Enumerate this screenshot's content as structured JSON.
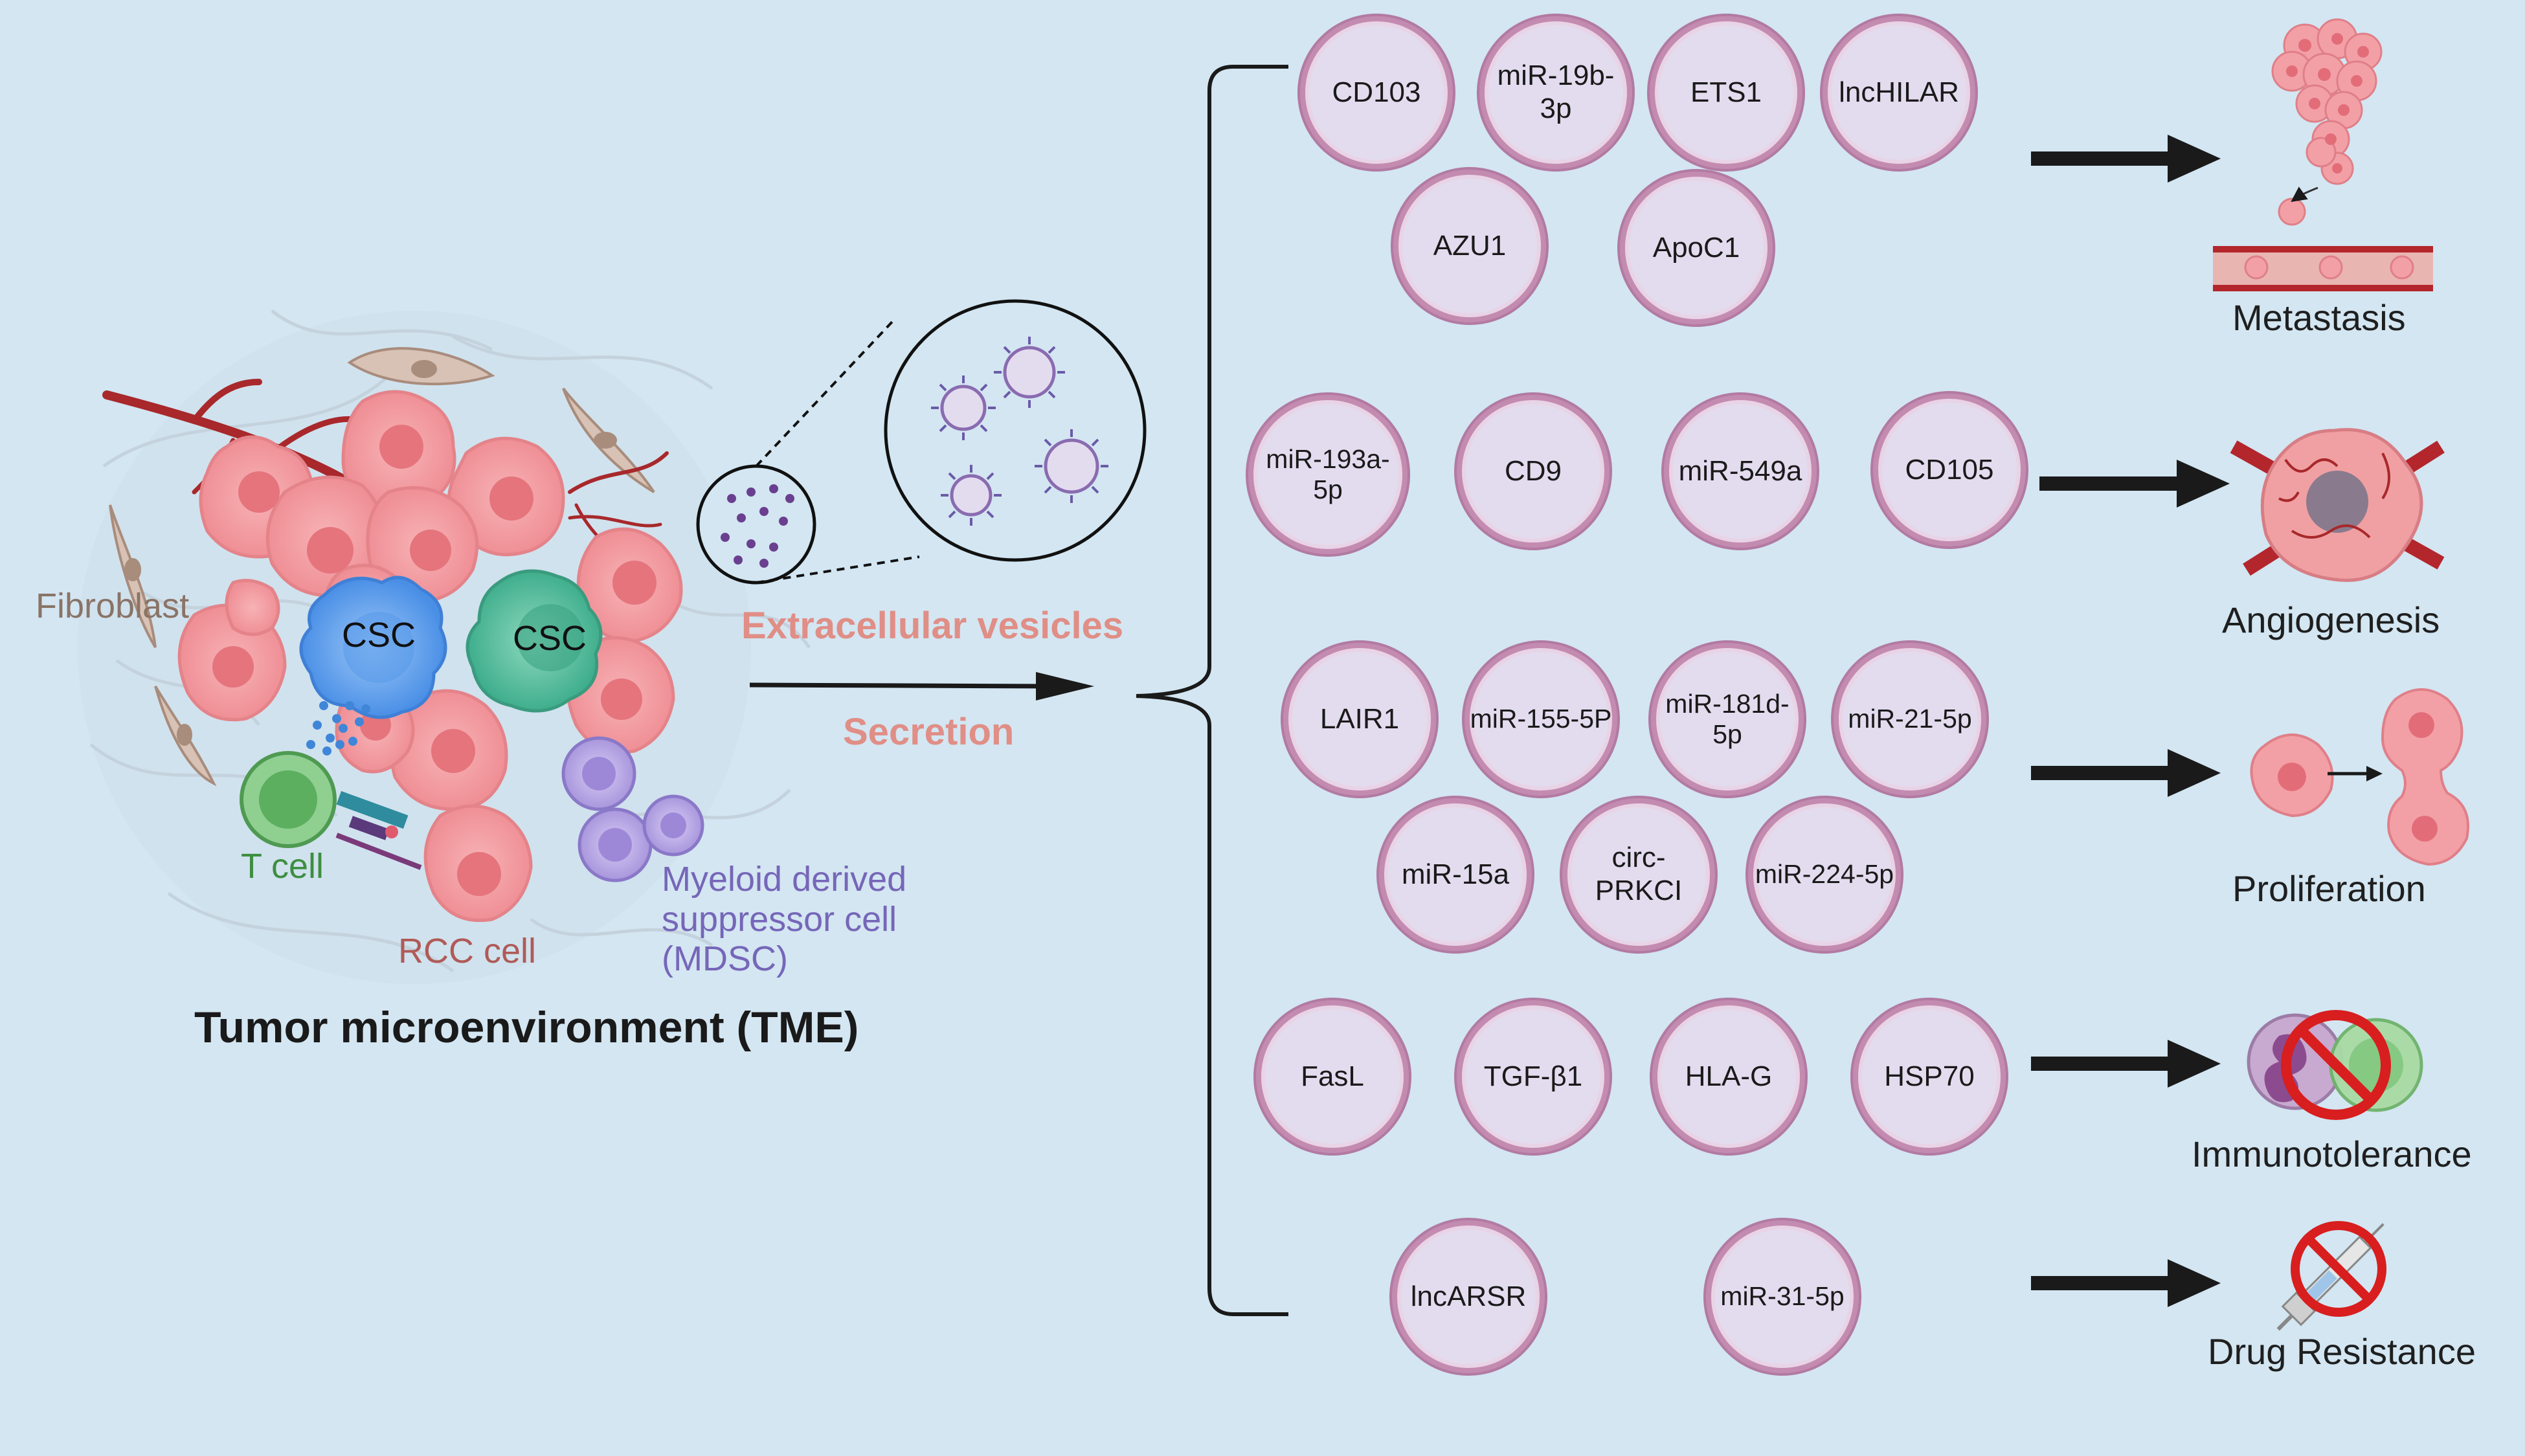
{
  "tme": {
    "title": "Tumor microenvironment (TME)",
    "labels": {
      "fibroblast": "Fibroblast",
      "csc_left": "CSC",
      "csc_right": "CSC",
      "t_cell": "T cell",
      "rcc_cell": "RCC cell",
      "mdsc_line1": "Myeloid derived",
      "mdsc_line2": "suppressor cell",
      "mdsc_line3": "(MDSC)"
    }
  },
  "extracellular_vesicles_label": "Extracellular vesicles",
  "secretion_label": "Secretion",
  "groups": [
    {
      "outcome": "Metastasis",
      "icon": "metastasis-icon",
      "cargo": [
        "CD103",
        "miR-19b-3p",
        "ETS1",
        "lncHILAR",
        "AZU1",
        "ApoC1"
      ]
    },
    {
      "outcome": "Angiogenesis",
      "icon": "angiogenesis-icon",
      "cargo": [
        "miR-193a-5p",
        "CD9",
        "miR-549a",
        "CD105"
      ]
    },
    {
      "outcome": "Proliferation",
      "icon": "proliferation-icon",
      "cargo": [
        "LAIR1",
        "miR-155-5P",
        "miR-181d-5p",
        "miR-21-5p",
        "miR-15a",
        "circ-\nPRKCI",
        "miR-224-5p"
      ]
    },
    {
      "outcome": "Immunotolerance",
      "icon": "immunotolerance-icon",
      "cargo": [
        "FasL",
        "TGF-β1",
        "HLA-G",
        "HSP70"
      ]
    },
    {
      "outcome": "Drug Resistance",
      "icon": "drug-resistance-icon",
      "cargo": [
        "lncARSR",
        "miR-31-5p"
      ]
    }
  ],
  "colors": {
    "background": "#d3e6f2",
    "vesicle_fill": "#e3dcef",
    "vesicle_border": "#c48bb0",
    "ev_text": "#e08e86",
    "csc_blue": "#6aa7ef",
    "csc_green": "#5cbf9f",
    "rcc_pink": "#f4a0a4",
    "t_cell_green": "#8fcf90",
    "mdsc_purple": "#b8a8e0",
    "fibroblast_tan": "#d8c2b5"
  }
}
